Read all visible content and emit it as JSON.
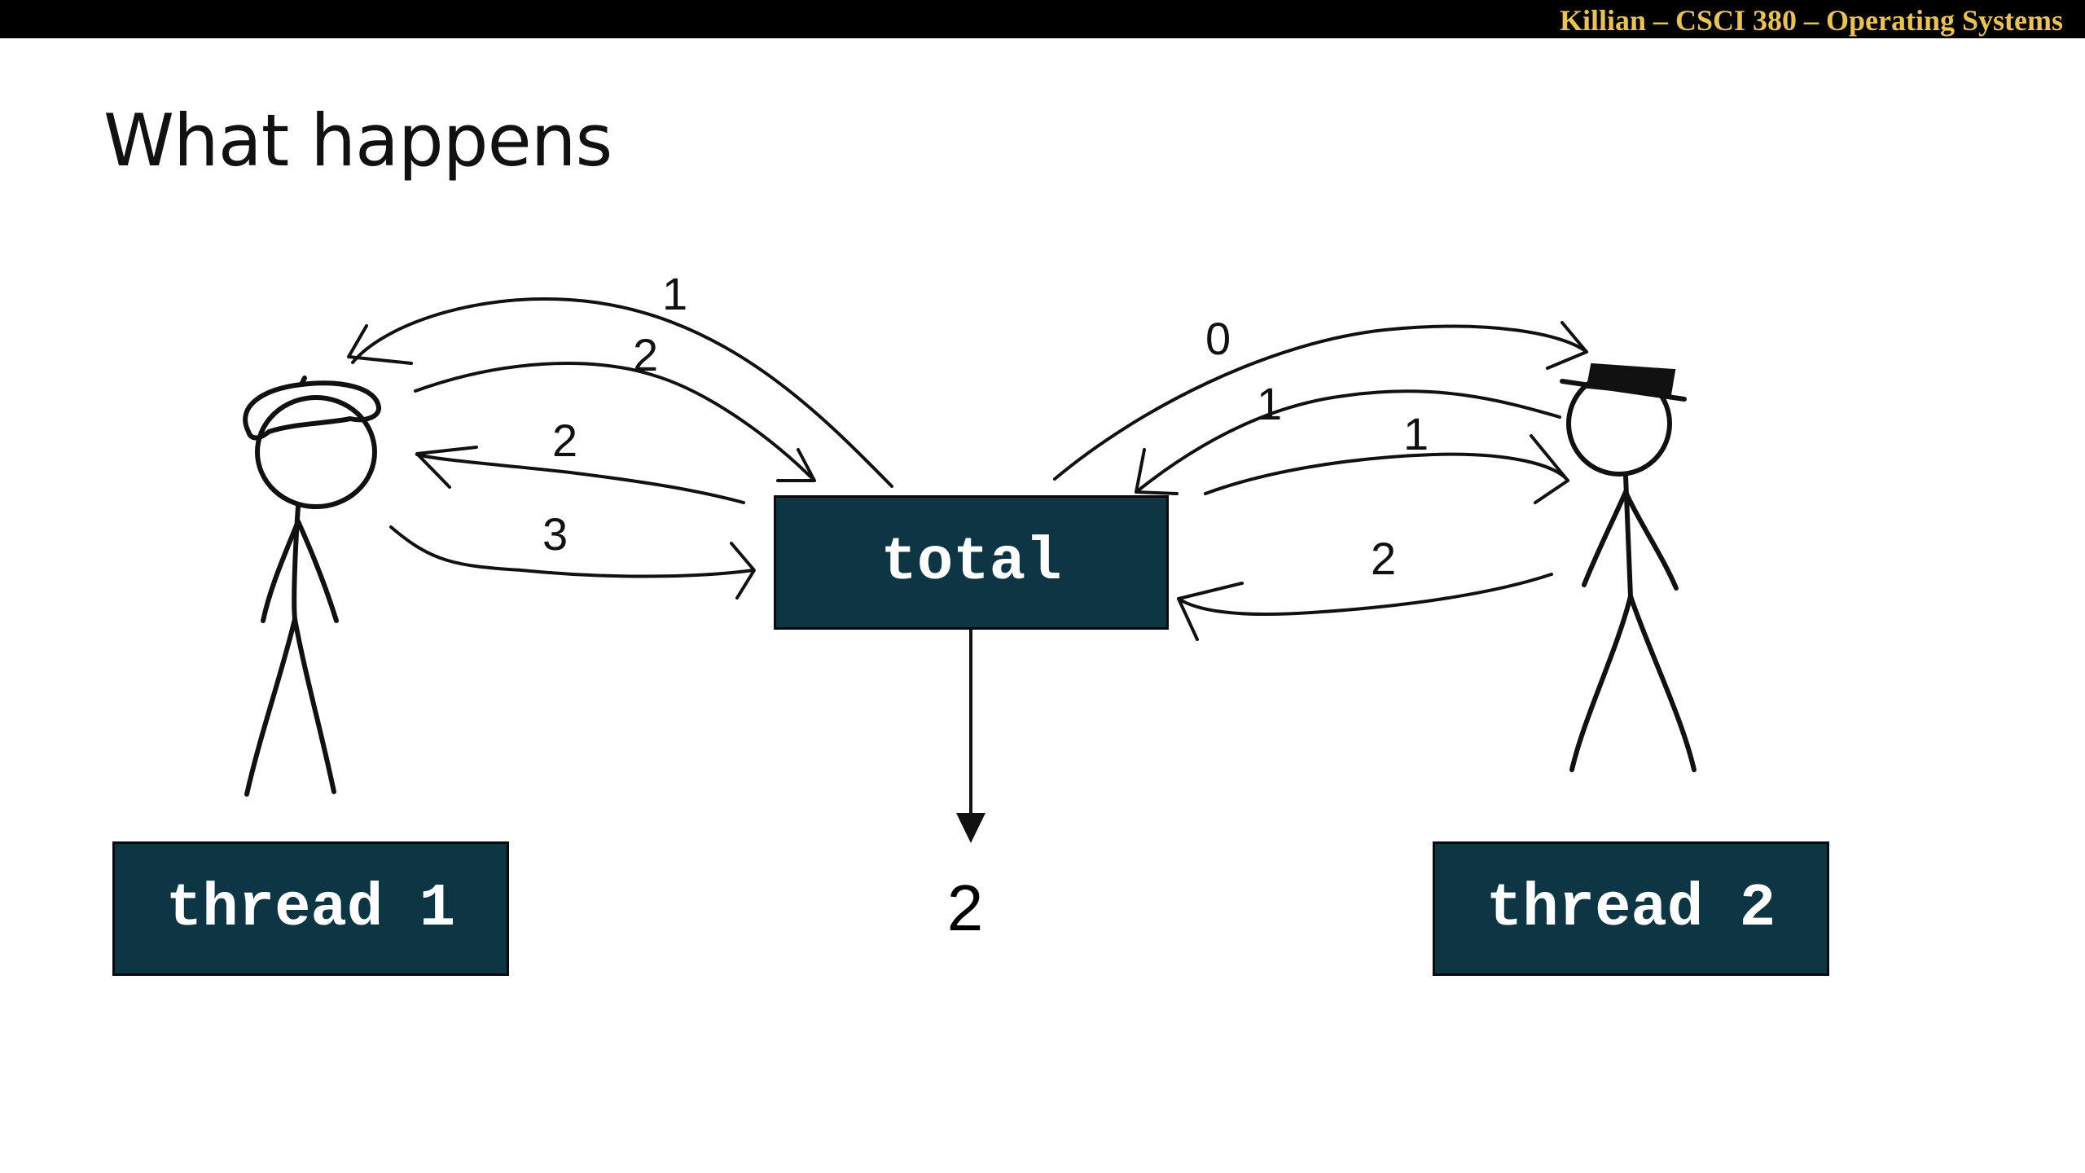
{
  "header": {
    "course": "Killian – CSCI 380 – Operating Systems"
  },
  "slide": {
    "title": "What happens"
  },
  "diagram": {
    "shared_variable": "total",
    "thread_1_label": "thread 1",
    "thread_2_label": "thread 2",
    "result": "2",
    "thread_1_arrows": {
      "read_first": "1",
      "write_first": "2",
      "read_second": "2",
      "write_second": "3"
    },
    "thread_2_arrows": {
      "read_first": "0",
      "write_first": "1",
      "read_second": "1",
      "write_second": "2"
    }
  },
  "colors": {
    "box_fill": "#0e3543",
    "header_text": "#e8c15a",
    "top_bar": "#000000"
  }
}
